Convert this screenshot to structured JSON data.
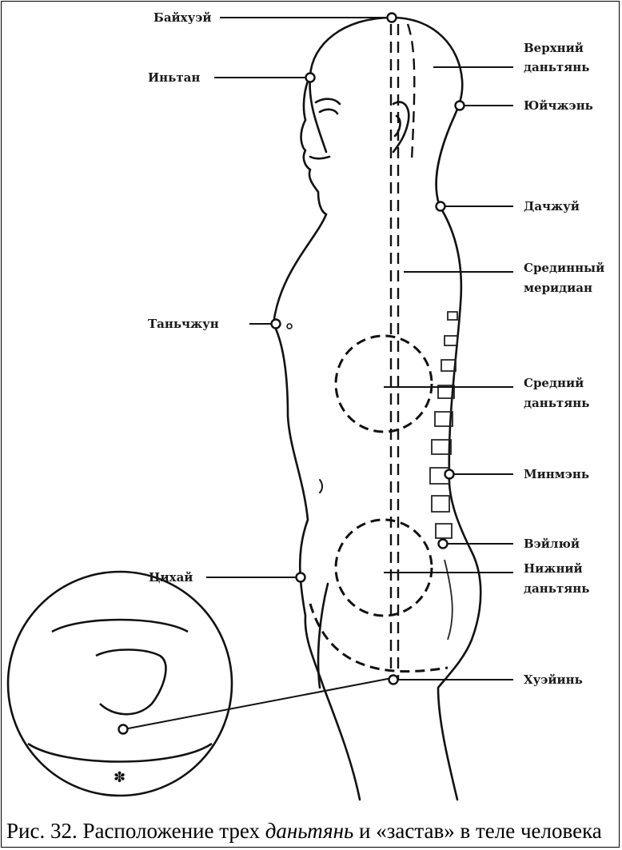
{
  "figure": {
    "points": [
      {
        "id": "baihuei",
        "label": "Байхуэй"
      },
      {
        "id": "yintan",
        "label": "Иньтан"
      },
      {
        "id": "upper_dantian",
        "label_line1": "Верхний",
        "label_line2": "даньтянь"
      },
      {
        "id": "yuizhen",
        "label": "Юйчжэнь"
      },
      {
        "id": "dazhui",
        "label": "Дачжуй"
      },
      {
        "id": "middle_meridian",
        "label_line1": "Срединный",
        "label_line2": "меридиан"
      },
      {
        "id": "tanzhong",
        "label": "Таньчжун"
      },
      {
        "id": "middle_dantian",
        "label_line1": "Средний",
        "label_line2": "даньтянь"
      },
      {
        "id": "mingmen",
        "label": "Минмэнь"
      },
      {
        "id": "weilui",
        "label": "Вэйлюй"
      },
      {
        "id": "qihai",
        "label": "Цихай"
      },
      {
        "id": "lower_dantian",
        "label_line1": "Нижний",
        "label_line2": "даньтянь"
      },
      {
        "id": "huiyin",
        "label": "Хуэйинь"
      }
    ]
  },
  "caption": {
    "prefix": "Рис. 32. Расположение трех ",
    "emphasis": "даньтянь",
    "suffix": " и «застав» в теле человека"
  }
}
